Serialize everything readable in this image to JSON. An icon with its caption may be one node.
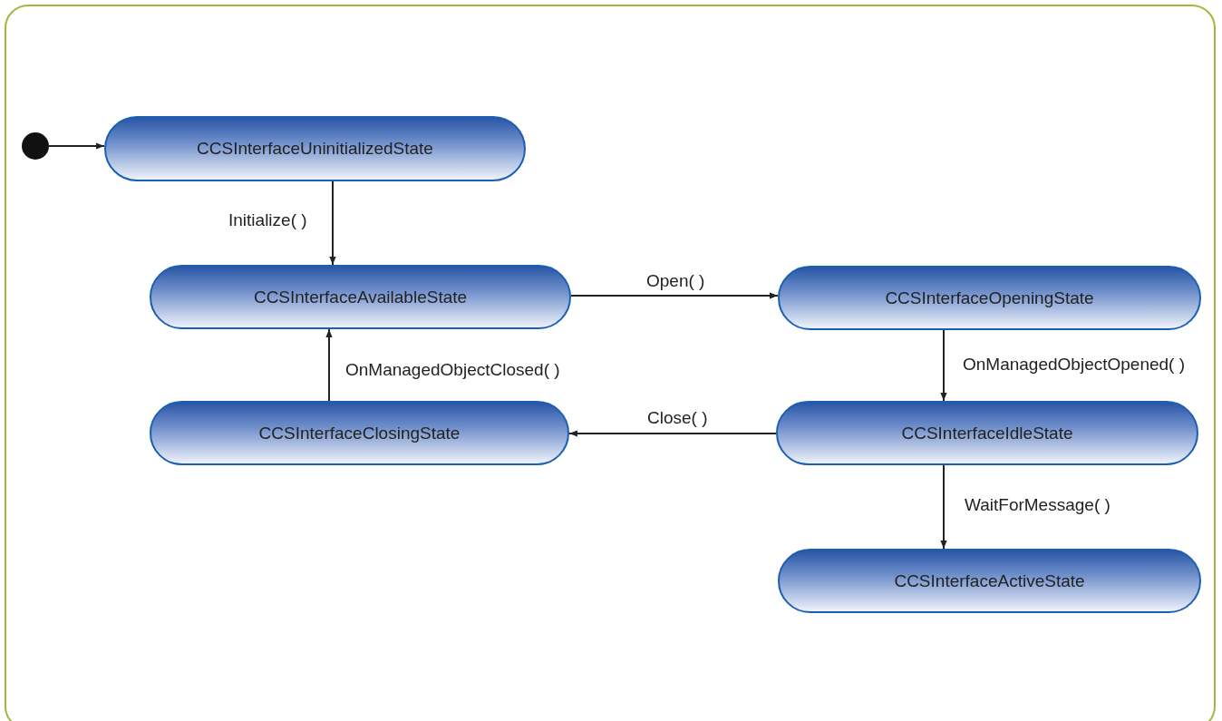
{
  "diagram": {
    "nodes": [
      {
        "text": [],
        "shape": "circle"
      },
      {
        "text": [
          "CCSInterfaceUninitializedState"
        ]
      },
      {
        "text": [
          "CCSInterfaceAvailableState"
        ]
      },
      {
        "text": [
          "CCSInterfaceOpeningState"
        ]
      },
      {
        "text": [
          "CCSInterfaceClosingState"
        ]
      },
      {
        "text": [
          "CCSInterfaceIdleState"
        ]
      },
      {
        "text": [
          "CCSInterfaceActiveState"
        ]
      }
    ],
    "edges": [
      {
        "from": 0,
        "to": 1,
        "arrow": "to"
      },
      {
        "from": 1,
        "to": 2,
        "arrow": "to",
        "label": "Initialize( )"
      },
      {
        "from": 2,
        "to": 3,
        "arrow": "to",
        "label": "Open( )"
      },
      {
        "from": 3,
        "to": 5,
        "arrow": "to",
        "label": "OnManagedObjectOpened( )"
      },
      {
        "from": 5,
        "to": 4,
        "arrow": "to",
        "label": "Close( )"
      },
      {
        "from": 4,
        "to": 2,
        "arrow": "to",
        "label": "OnManagedObjectClosed( )"
      },
      {
        "from": 5,
        "to": 6,
        "arrow": "to",
        "label": "WaitForMessage( )"
      }
    ]
  }
}
